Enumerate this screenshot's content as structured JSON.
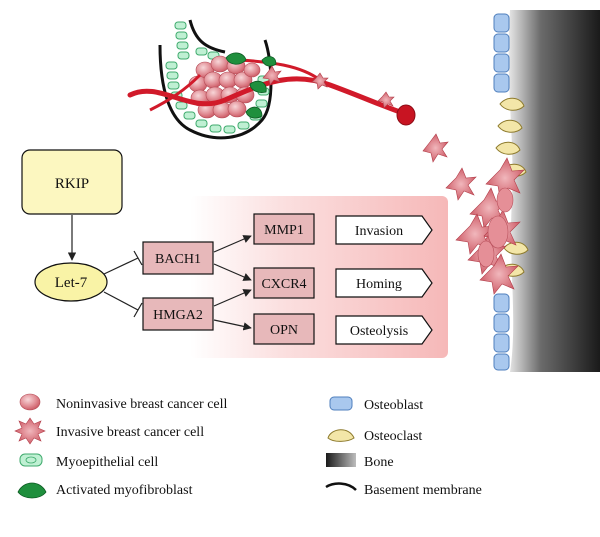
{
  "pathway": {
    "rkip": "RKIP",
    "let7": "Let-7",
    "bach1": "BACH1",
    "hmga2": "HMGA2",
    "mmp1": "MMP1",
    "cxcr4": "CXCR4",
    "opn": "OPN",
    "invasion": "Invasion",
    "homing": "Homing",
    "osteolysis": "Osteolysis"
  },
  "legend": {
    "noninvasive": "Noninvasive breast cancer cell",
    "invasive": "Invasive breast cancer cell",
    "myoepithelial": "Myoepithelial cell",
    "myofibroblast": "Activated myofibroblast",
    "osteoblast": "Osteoblast",
    "osteoclast": "Osteoclast",
    "bone": "Bone",
    "basement": "Basement membrane"
  },
  "colors": {
    "rkip_fill": "#fcf7c0",
    "let7_fill": "#f9f3a6",
    "gene_fill": "#e7b8ba",
    "cell_pink": "#d9737c",
    "vessel_red": "#d11a2a",
    "myoepithelial_green": "#a6e6c2",
    "myofibroblast_green": "#1d8a3a",
    "osteoblast_blue": "#a9c8ee",
    "osteoclast_yellow": "#f3e6a8"
  }
}
